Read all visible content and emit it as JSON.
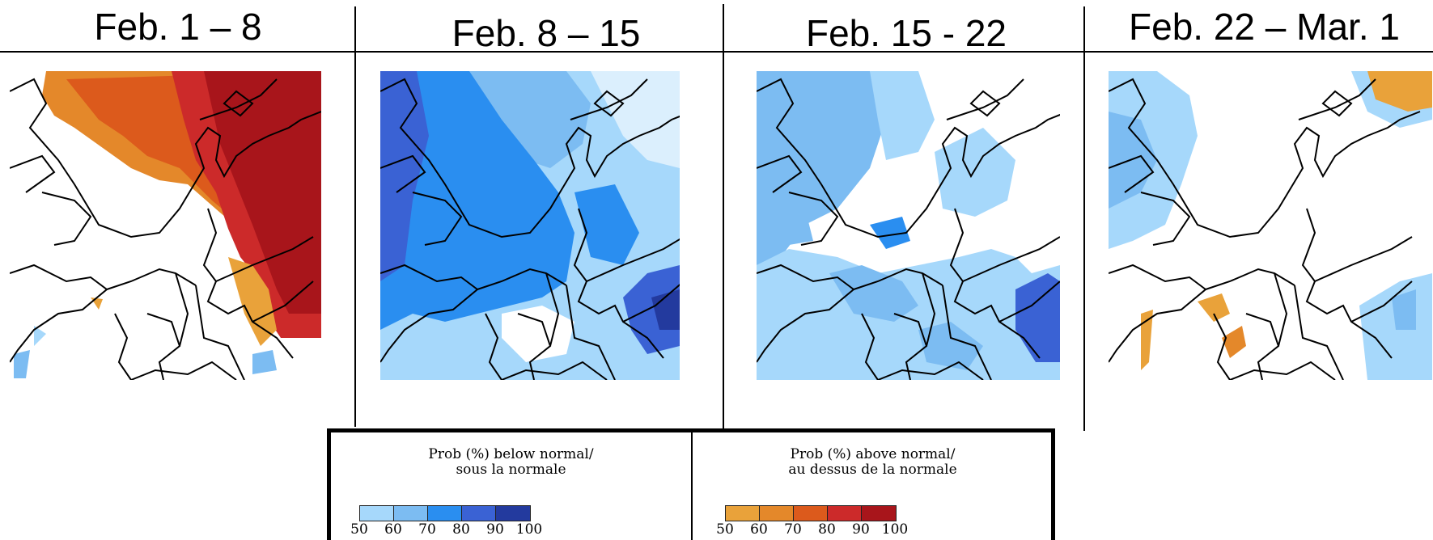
{
  "periods": [
    {
      "title": "Feb. 1 – 8"
    },
    {
      "title": "Feb. 8 – 15"
    },
    {
      "title": "Feb. 15 - 22"
    },
    {
      "title": "Feb. 22 – Mar. 1"
    }
  ],
  "legend": {
    "below": {
      "title_line1": "Prob (%) below normal/",
      "title_line2": "sous la normale",
      "colors": [
        "#a6d8fb",
        "#7cbcf2",
        "#2a8ef0",
        "#3a62d4",
        "#233a9e"
      ],
      "ticks": [
        "50",
        "60",
        "70",
        "80",
        "90",
        "100"
      ]
    },
    "above": {
      "title_line1": "Prob (%) above normal/",
      "title_line2": "au dessus de la normale",
      "colors": [
        "#e9a23a",
        "#e4882a",
        "#dc5a1c",
        "#cc2a2a",
        "#a8151b"
      ],
      "ticks": [
        "50",
        "60",
        "70",
        "80",
        "90",
        "100"
      ]
    }
  }
}
